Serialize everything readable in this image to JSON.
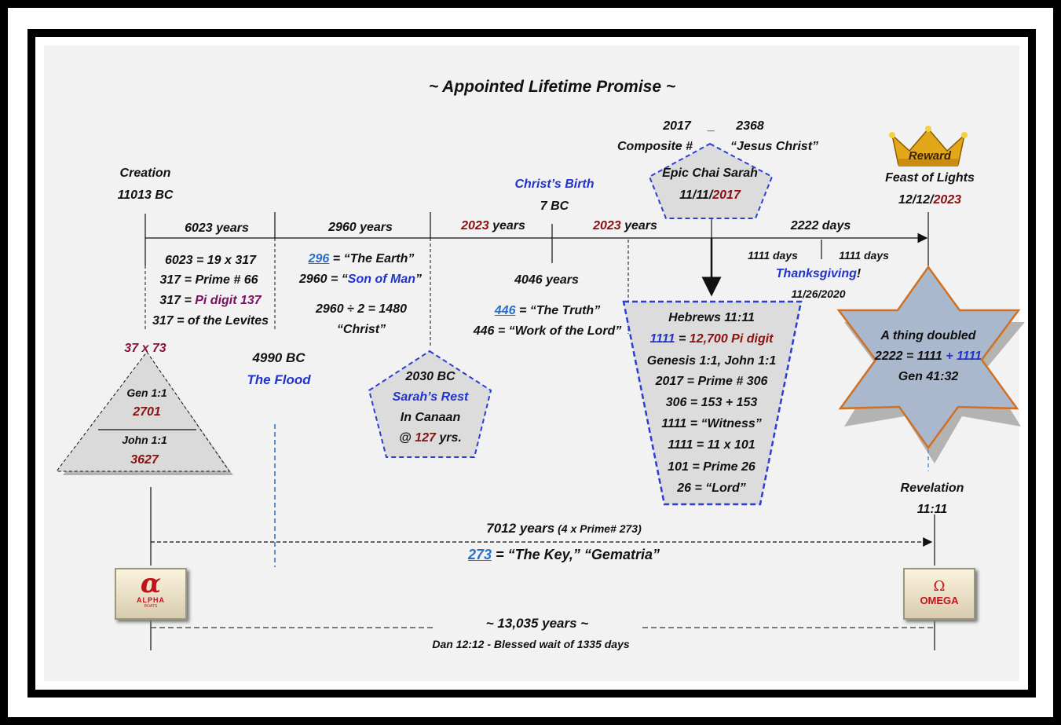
{
  "title": "~ Appointed Lifetime Promise ~",
  "creation": {
    "label": "Creation",
    "date": "11013 BC"
  },
  "christ_birth": {
    "label": "Christ’s Birth",
    "date": "7 BC"
  },
  "top_numbers": {
    "a": "2017",
    "dash": "_",
    "b": "2368",
    "composite": "Composite #",
    "jesus": "“Jesus Christ”"
  },
  "epic": {
    "line1": "Epic Chai Sarah",
    "date_pre": "11/11/",
    "date_year": "2017"
  },
  "reward": {
    "badge": "Reward",
    "label": "Feast of Lights",
    "date_pre": "12/12/",
    "date_year": "2023"
  },
  "segments": {
    "s1": "6023 years",
    "s2": "2960 years",
    "s3_num": "2023",
    "s3_text": " years",
    "s4_num": "2023",
    "s4_text": " years",
    "s5": "2222 days",
    "s5a": "1111 days",
    "s5b": "1111 days",
    "mid": "4046 years"
  },
  "col1": {
    "l1": "6023 = 19 x 317",
    "l2": "317 = Prime # 66",
    "l3_pre": "317 = ",
    "l3_red": "Pi digit 137",
    "l4": "317 = of the Levites"
  },
  "col2": {
    "l1_num": "296",
    "l1_text": " = “The Earth”",
    "l2_pre": "2960 = “",
    "l2_blue": "Son of Man",
    "l2_post": "”",
    "l3": "2960 ÷ 2 = 1480",
    "l4": "“Christ”"
  },
  "col3": {
    "l1_num": "446",
    "l1_text": " = “The Truth”",
    "l2": "446 = “Work of the Lord”"
  },
  "thanksgiving": {
    "label": "Thanksgiving",
    "bang": "!",
    "date": "11/26/2020"
  },
  "pyramid": {
    "top": "37 x 73",
    "l1": "Gen 1:1",
    "l2": "2701",
    "l3": "John 1:1",
    "l4": "3627"
  },
  "flood": {
    "date": "4990 BC",
    "label": "The Flood"
  },
  "sarah": {
    "date": "2030 BC",
    "label": "Sarah’s Rest",
    "l3": "In Canaan",
    "l4_pre": "@ ",
    "l4_red": "127",
    "l4_post": " yrs."
  },
  "trapezoid": {
    "l1": "Hebrews 11:11",
    "l2_blue": "1111",
    "l2_eq": " = ",
    "l2_red": "12,700 Pi digit",
    "l3": "Genesis 1:1, John 1:1",
    "l4": "2017 = Prime # 306",
    "l5": "306 = 153 + 153",
    "l6": "1111 = “Witness”",
    "l7": "1111 = 11 x 101",
    "l8": "101 = Prime 26",
    "l9": "26 = “Lord”"
  },
  "star": {
    "l1": "A thing doubled",
    "l2_pre": "2222 = 1111 ",
    "l2_blue": "+ 1111",
    "l3": "Gen 41:32"
  },
  "revelation": {
    "label": "Revelation",
    "ref": "11:11"
  },
  "span7012": {
    "main": "7012 years",
    "paren": " (4 x Prime# 273)"
  },
  "key": {
    "num": "273",
    "text": " = “The Key,” “Gematria”"
  },
  "span13035": {
    "main": "~ 13,035 years ~",
    "sub": "Dan 12:12 - Blessed wait of 1335 days"
  },
  "logos": {
    "alpha_symbol": "α",
    "alpha_text": "ALPHA",
    "alpha_sub": "BOATS",
    "omega_symbol": "Ω",
    "omega_text": "OMEGA"
  },
  "colors": {
    "blue": "#2233cc",
    "red": "#8b1010",
    "underline_blue": "#2a6fc8",
    "shape_fill": "#dcdcdc",
    "star_fill": "#a9b8cc",
    "star_border": "#d07020"
  }
}
